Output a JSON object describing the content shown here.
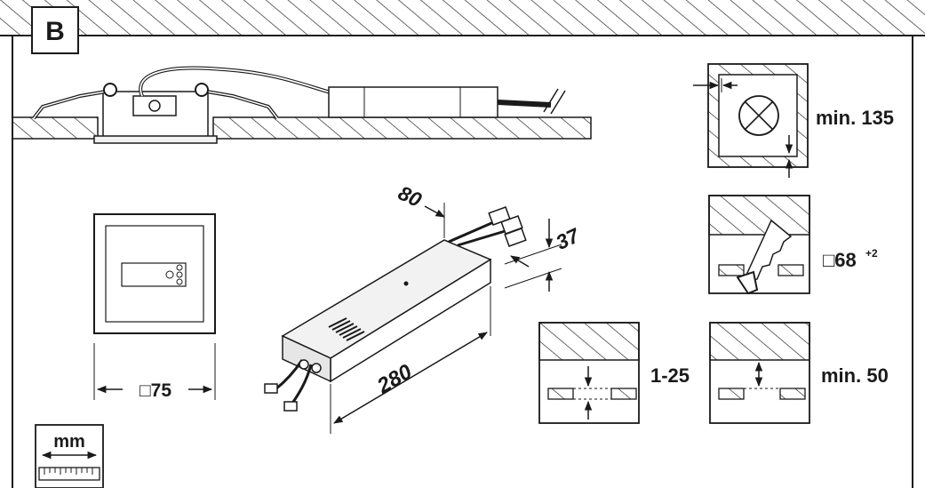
{
  "panel": {
    "label": "B"
  },
  "dimensions": {
    "flush_box_size": "□75",
    "driver_length": "280",
    "driver_width": "80",
    "driver_height": "37",
    "clearance": "min. 135",
    "cutout_size": "□68",
    "cutout_tolerance": "+2",
    "panel_thickness": "1-25",
    "min_depth": "min. 50"
  },
  "scale_legend": {
    "unit": "mm"
  },
  "colors": {
    "line": "#1a1a1a",
    "fill_light": "#f2f2f2",
    "fill_mid": "#e6e6e6"
  },
  "icons": [
    "lamp-symbol",
    "saw-icon",
    "ruler-icon"
  ]
}
